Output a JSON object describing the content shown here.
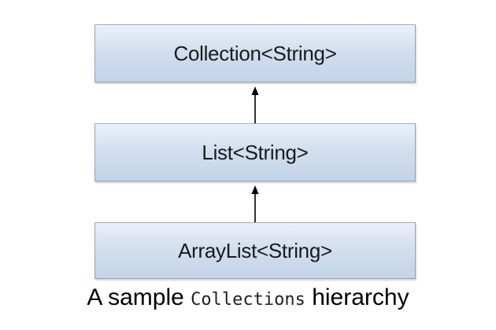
{
  "diagram": {
    "nodes": [
      {
        "label": "Collection<String>"
      },
      {
        "label": "List<String>"
      },
      {
        "label": "ArrayList<String>"
      }
    ],
    "edges": [
      {
        "from": "List<String>",
        "to": "Collection<String>"
      },
      {
        "from": "ArrayList<String>",
        "to": "List<String>"
      }
    ]
  },
  "caption": {
    "prefix": "A sample",
    "code": "Collections",
    "suffix": "hierarchy"
  },
  "colors": {
    "box_fill_top": "#eaf0f9",
    "box_fill_bottom": "#c3d3e9",
    "box_border": "#9aa3ad",
    "arrow": "#000000"
  }
}
